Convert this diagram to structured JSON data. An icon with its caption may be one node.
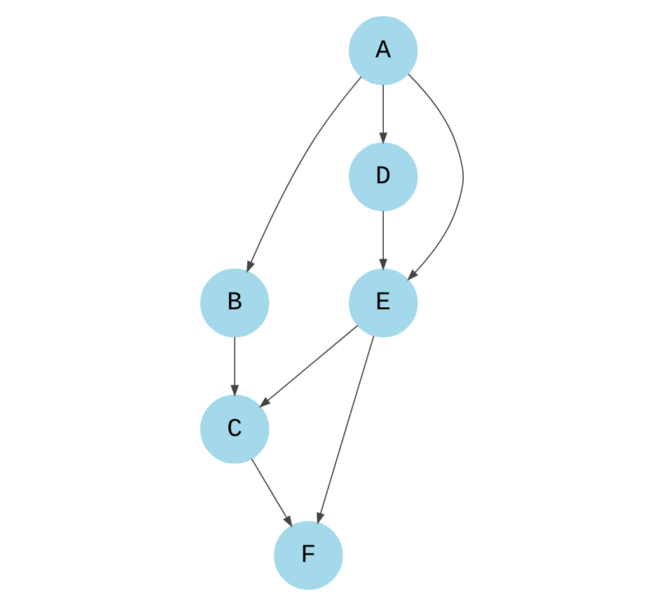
{
  "diagram": {
    "nodes": [
      {
        "text": [
          "B"
        ]
      },
      {
        "text": [
          "A"
        ]
      },
      {
        "text": [
          "C"
        ]
      },
      {
        "text": [
          "D"
        ]
      },
      {
        "text": [
          "F"
        ]
      },
      {
        "text": [
          "E"
        ]
      }
    ],
    "edges": [
      {
        "from": 1,
        "to": 0,
        "arrow": "to"
      },
      {
        "from": 0,
        "to": 2,
        "arrow": "to"
      },
      {
        "from": 1,
        "to": 3,
        "arrow": "to"
      },
      {
        "from": 1,
        "to": 5,
        "arrow": "to"
      },
      {
        "from": 3,
        "to": 5,
        "arrow": "to"
      },
      {
        "from": 5,
        "to": 2,
        "arrow": "to"
      },
      {
        "from": 5,
        "to": 4,
        "arrow": "to"
      },
      {
        "from": 2,
        "to": 4,
        "arrow": "to"
      }
    ]
  }
}
